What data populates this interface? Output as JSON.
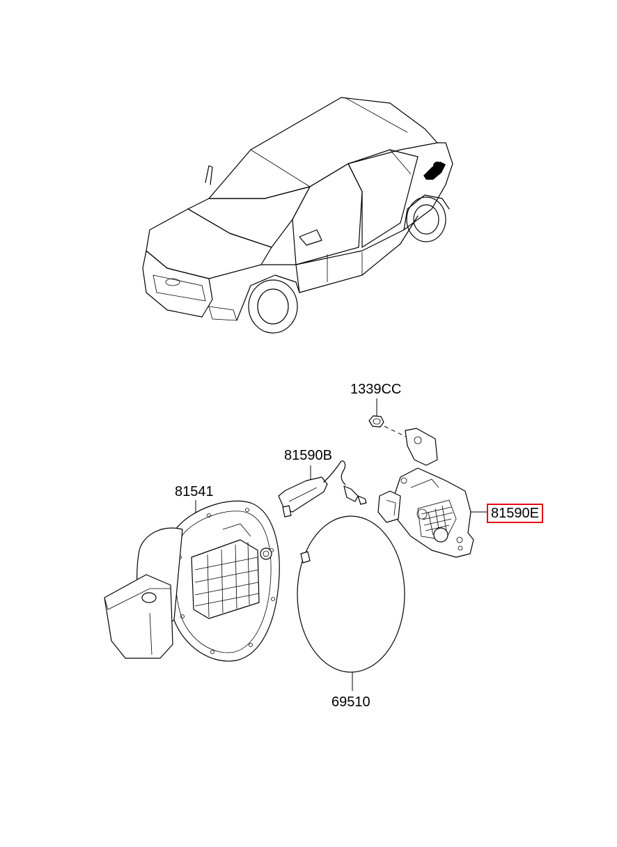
{
  "parts": {
    "p1339cc": {
      "number": "1339CC"
    },
    "p81590b": {
      "number": "81590B"
    },
    "p81541": {
      "number": "81541"
    },
    "p81590e": {
      "number": "81590E",
      "highlighted": true
    },
    "p69510": {
      "number": "69510"
    }
  },
  "colors": {
    "highlight_border": "#e3000f",
    "line": "#000000",
    "background": "#ffffff"
  }
}
